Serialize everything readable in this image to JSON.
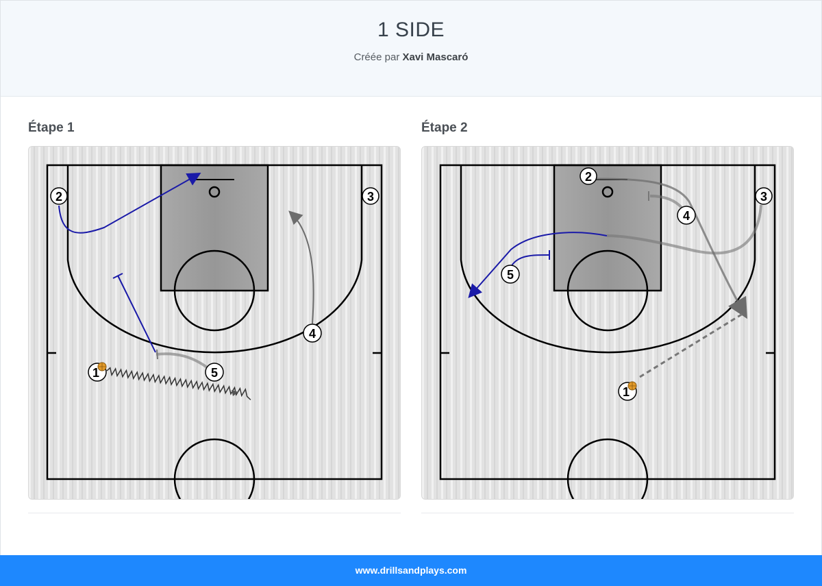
{
  "header": {
    "title": "1 SIDE",
    "byline_prefix": "Créée par",
    "author": "Xavi Mascaró"
  },
  "steps": [
    {
      "label": "Étape 1",
      "players": [
        "1",
        "2",
        "3",
        "4",
        "5"
      ]
    },
    {
      "label": "Étape 2",
      "players": [
        "1",
        "2",
        "3",
        "4",
        "5"
      ]
    }
  ],
  "colors": {
    "header_bg": "#f4f8fc",
    "footer_bg": "#1e88fe",
    "cut_line": "#1a1aa8",
    "screen_line": "#777777",
    "ball": "#e29a2a"
  },
  "icons": [
    "basketball-icon"
  ],
  "footer": {
    "link": "www.drillsandplays.com"
  }
}
